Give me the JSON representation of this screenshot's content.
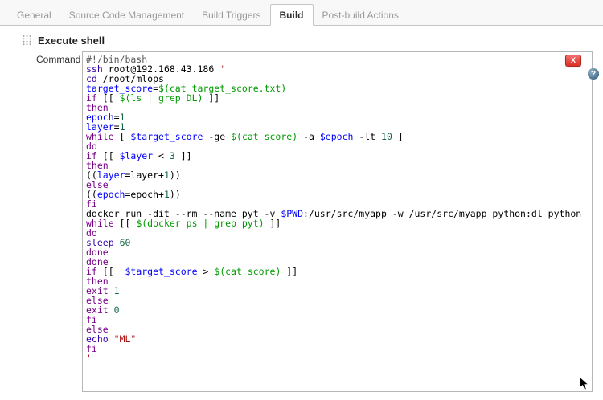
{
  "tabs": [
    {
      "label": "General",
      "active": false
    },
    {
      "label": "Source Code Management",
      "active": false
    },
    {
      "label": "Build Triggers",
      "active": false
    },
    {
      "label": "Build",
      "active": true
    },
    {
      "label": "Post-build Actions",
      "active": false
    }
  ],
  "build_step": {
    "title": "Execute shell",
    "delete_label": "X",
    "help_label": "?",
    "command_label": "Command"
  },
  "syntax_colors": {
    "plain": "#000000",
    "keyword": "#770088",
    "builtin": "#3300aa",
    "quote": "#009900",
    "def": "#0000ff",
    "number": "#116644",
    "string": "#aa1111",
    "meta": "#555555"
  },
  "script_lines": [
    [
      [
        "#!/bin/bash",
        "meta"
      ]
    ],
    [
      [
        "ssh",
        "builtin"
      ],
      [
        " root@192.168.43.186 ",
        "plain"
      ],
      [
        "'",
        "string"
      ]
    ],
    [
      [
        "cd",
        "builtin"
      ],
      [
        " /root/mlops",
        "plain"
      ]
    ],
    [
      [
        "target_score",
        "def"
      ],
      [
        "=",
        "plain"
      ],
      [
        "$(cat target_score.txt)",
        "quote"
      ]
    ],
    [
      [
        "if",
        "keyword"
      ],
      [
        " [[ ",
        "plain"
      ],
      [
        "$(ls | grep DL)",
        "quote"
      ],
      [
        " ]]",
        "plain"
      ]
    ],
    [
      [
        "then",
        "keyword"
      ]
    ],
    [
      [
        "epoch",
        "def"
      ],
      [
        "=",
        "plain"
      ],
      [
        "1",
        "number"
      ]
    ],
    [
      [
        "layer",
        "def"
      ],
      [
        "=",
        "plain"
      ],
      [
        "1",
        "number"
      ]
    ],
    [
      [
        "while",
        "keyword"
      ],
      [
        " [ ",
        "plain"
      ],
      [
        "$target_score",
        "def"
      ],
      [
        " -ge ",
        "plain"
      ],
      [
        "$(cat score)",
        "quote"
      ],
      [
        " -a ",
        "plain"
      ],
      [
        "$epoch",
        "def"
      ],
      [
        " -lt ",
        "plain"
      ],
      [
        "10",
        "number"
      ],
      [
        " ]",
        "plain"
      ]
    ],
    [
      [
        "do",
        "keyword"
      ]
    ],
    [
      [
        "if",
        "keyword"
      ],
      [
        " [[ ",
        "plain"
      ],
      [
        "$layer",
        "def"
      ],
      [
        " < ",
        "plain"
      ],
      [
        "3",
        "number"
      ],
      [
        " ]]",
        "plain"
      ]
    ],
    [
      [
        "then",
        "keyword"
      ]
    ],
    [
      [
        "((",
        "plain"
      ],
      [
        "layer",
        "def"
      ],
      [
        "=layer+",
        "plain"
      ],
      [
        "1",
        "number"
      ],
      [
        "))",
        "plain"
      ]
    ],
    [
      [
        "else",
        "keyword"
      ]
    ],
    [
      [
        "((",
        "plain"
      ],
      [
        "epoch",
        "def"
      ],
      [
        "=epoch+",
        "plain"
      ],
      [
        "1",
        "number"
      ],
      [
        "))",
        "plain"
      ]
    ],
    [
      [
        "fi",
        "keyword"
      ]
    ],
    [
      [
        "docker run -dit --rm --name pyt -v ",
        "plain"
      ],
      [
        "$PWD",
        "def"
      ],
      [
        ":/usr/src/myapp -w /usr/src/myapp python:dl python",
        "plain"
      ]
    ],
    [
      [
        "while",
        "keyword"
      ],
      [
        " [[ ",
        "plain"
      ],
      [
        "$(docker ps | grep pyt)",
        "quote"
      ],
      [
        " ]]",
        "plain"
      ]
    ],
    [
      [
        "do",
        "keyword"
      ]
    ],
    [
      [
        "sleep",
        "builtin"
      ],
      [
        " ",
        "plain"
      ],
      [
        "60",
        "number"
      ]
    ],
    [
      [
        "done",
        "keyword"
      ]
    ],
    [
      [
        "done",
        "keyword"
      ]
    ],
    [
      [
        "if",
        "keyword"
      ],
      [
        " [[  ",
        "plain"
      ],
      [
        "$target_score",
        "def"
      ],
      [
        " > ",
        "plain"
      ],
      [
        "$(cat score)",
        "quote"
      ],
      [
        " ]]",
        "plain"
      ]
    ],
    [
      [
        "then",
        "keyword"
      ]
    ],
    [
      [
        "exit",
        "keyword"
      ],
      [
        " ",
        "plain"
      ],
      [
        "1",
        "number"
      ]
    ],
    [
      [
        "else",
        "keyword"
      ]
    ],
    [
      [
        "exit",
        "keyword"
      ],
      [
        " ",
        "plain"
      ],
      [
        "0",
        "number"
      ]
    ],
    [
      [
        "fi",
        "keyword"
      ]
    ],
    [
      [
        "else",
        "keyword"
      ]
    ],
    [
      [
        "echo",
        "builtin"
      ],
      [
        " ",
        "plain"
      ],
      [
        "\"ML\"",
        "string"
      ]
    ],
    [
      [
        "fi",
        "keyword"
      ]
    ],
    [
      [
        "'",
        "string"
      ]
    ]
  ]
}
